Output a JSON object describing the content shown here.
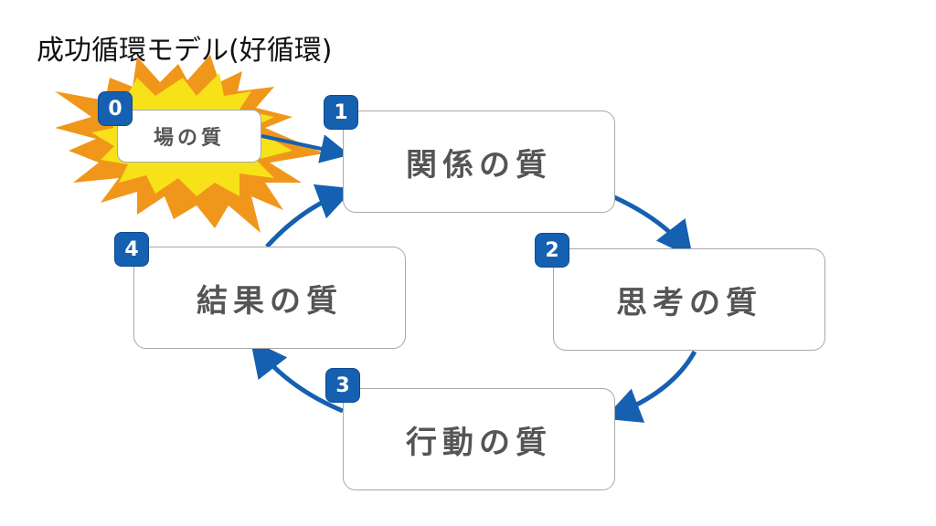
{
  "title": "成功循環モデル(好循環)",
  "colors": {
    "accent": "#1560b0",
    "burst_outer": "#f0961a",
    "burst_inner": "#f7e21a",
    "box_text": "#555555"
  },
  "nodes": [
    {
      "number": "0",
      "label": "場の質"
    },
    {
      "number": "1",
      "label": "関係の質"
    },
    {
      "number": "2",
      "label": "思考の質"
    },
    {
      "number": "3",
      "label": "行動の質"
    },
    {
      "number": "4",
      "label": "結果の質"
    }
  ]
}
